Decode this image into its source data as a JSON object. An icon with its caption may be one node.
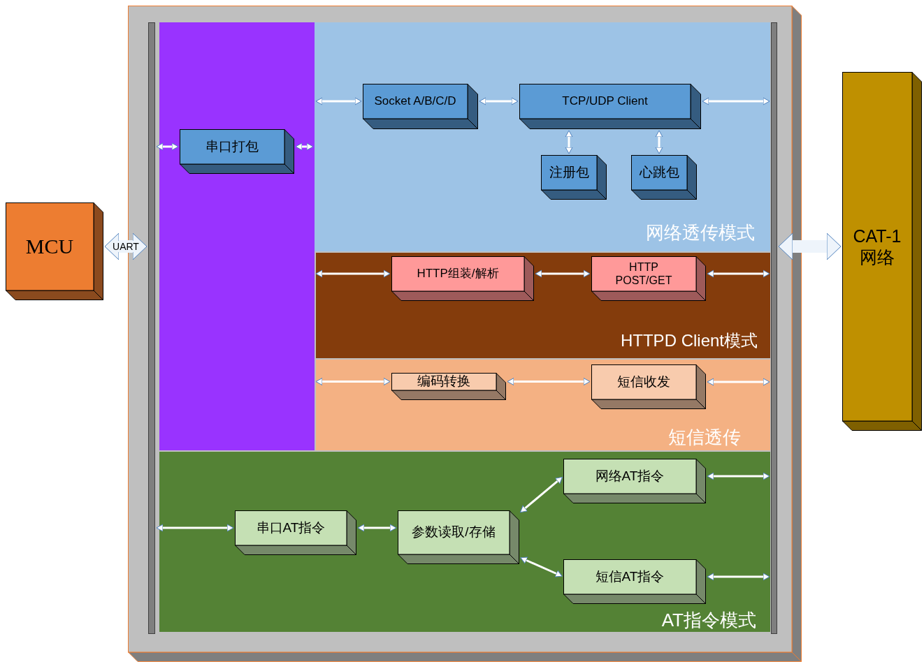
{
  "diagram": {
    "nodes": [
      {
        "text": [
          "MCU"
        ]
      },
      {
        "text": [],
        "shape": "box"
      },
      {
        "text": [],
        "shape": "bar",
        "in": 1
      },
      {
        "text": [],
        "shape": "bar",
        "in": 1
      },
      {
        "text": [],
        "shape": "box",
        "in": 1
      },
      {
        "text": [
          "串口打包"
        ],
        "in": 4
      },
      {
        "text": [
          "网络透传模式"
        ],
        "in": 1
      },
      {
        "text": [
          "Socket A/B/C/D"
        ],
        "in": 6
      },
      {
        "text": [
          "TCP/UDP Client"
        ],
        "in": 6
      },
      {
        "text": [
          "注册包"
        ],
        "in": 6
      },
      {
        "text": [
          "心跳包"
        ],
        "in": 6
      },
      {
        "text": [
          "HTTPD Client模式"
        ],
        "in": 1
      },
      {
        "text": [
          "HTTP组装/解析"
        ],
        "in": 11
      },
      {
        "text": [
          "HTTP POST/GET"
        ],
        "in": 11
      },
      {
        "text": [
          "短信透传"
        ],
        "in": 1
      },
      {
        "text": [
          "编码转换"
        ],
        "in": 14
      },
      {
        "text": [
          "短信收发"
        ],
        "in": 14
      },
      {
        "text": [
          "AT指令模式"
        ],
        "in": 1
      },
      {
        "text": [
          "串口AT指令"
        ],
        "in": 17
      },
      {
        "text": [
          "参数读取/存储"
        ],
        "in": 17
      },
      {
        "text": [
          "网络AT指令"
        ],
        "in": 17
      },
      {
        "text": [
          "短信AT指令"
        ],
        "in": 17
      },
      {
        "text": [
          "CAT-1 网络"
        ]
      }
    ],
    "edges": [
      {
        "from": 0,
        "to": 2,
        "arrow": "both",
        "label": "UART",
        "style": "thick"
      },
      {
        "from": 2,
        "to": 5,
        "arrow": "both"
      },
      {
        "from": 5,
        "to": 4,
        "arrow": "both"
      },
      {
        "from": 4,
        "to": 7,
        "arrow": "both"
      },
      {
        "from": 7,
        "to": 8,
        "arrow": "both"
      },
      {
        "from": 8,
        "to": 9,
        "arrow": "both"
      },
      {
        "from": 8,
        "to": 10,
        "arrow": "both"
      },
      {
        "from": 8,
        "to": 3,
        "arrow": "both"
      },
      {
        "from": 4,
        "to": 12,
        "arrow": "both"
      },
      {
        "from": 12,
        "to": 13,
        "arrow": "both"
      },
      {
        "from": 13,
        "to": 3,
        "arrow": "both"
      },
      {
        "from": 4,
        "to": 15,
        "arrow": "both"
      },
      {
        "from": 15,
        "to": 16,
        "arrow": "both"
      },
      {
        "from": 16,
        "to": 3,
        "arrow": "both"
      },
      {
        "from": 2,
        "to": 18,
        "arrow": "both"
      },
      {
        "from": 18,
        "to": 19,
        "arrow": "both"
      },
      {
        "from": 19,
        "to": 20,
        "arrow": "both"
      },
      {
        "from": 19,
        "to": 21,
        "arrow": "both"
      },
      {
        "from": 20,
        "to": 3,
        "arrow": "both"
      },
      {
        "from": 21,
        "to": 3,
        "arrow": "both"
      },
      {
        "from": 3,
        "to": 22,
        "arrow": "both",
        "style": "thick"
      }
    ]
  }
}
